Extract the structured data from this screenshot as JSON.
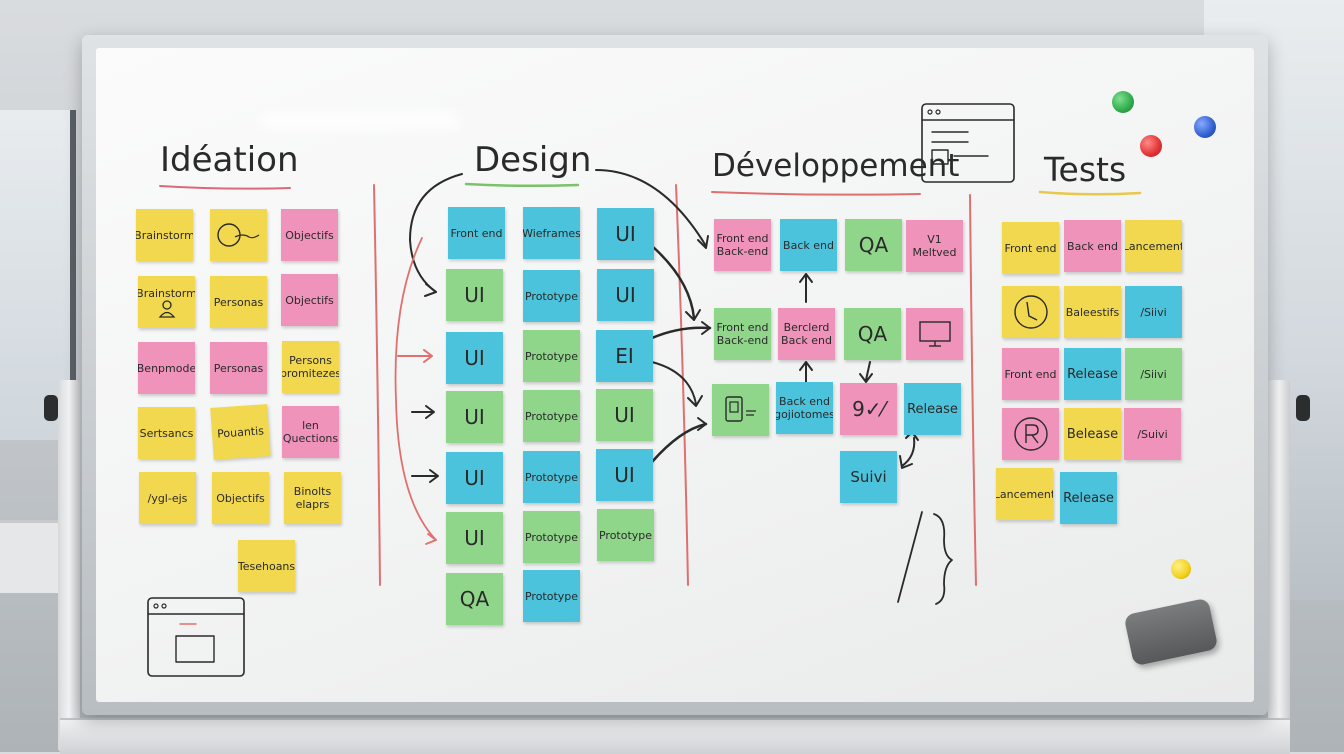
{
  "headings": {
    "ideation": "Idéation",
    "design": "Design",
    "developpement": "Développement",
    "tests": "Tests"
  },
  "colors": {
    "yellow": "#f2d84e",
    "pink": "#ef93bb",
    "blue": "#4cc3dc",
    "green": "#8fd68a",
    "ink": "#2a2a2a",
    "red_line": "#e0706e",
    "magnet_green": "#2faa4a",
    "magnet_red": "#e03333",
    "magnet_blue": "#2f5fd0",
    "magnet_yellow": "#f2d21c"
  },
  "ideation_notes": [
    "Brainstorm",
    "",
    "Objectifs",
    "Brainstorm",
    "Personas",
    "Objectifs",
    "Benpmode",
    "Personas",
    "Persons promitezes",
    "Sertsancs",
    "Pouantis",
    "len Quections",
    "/ygl-ejs",
    "Objectifs",
    "Binolts elaprs",
    "Tesehoans"
  ],
  "design_notes": [
    "Front end",
    "Wieframes",
    "UI",
    "UI",
    "Prototype",
    "UI",
    "UI",
    "Prototype",
    "EI",
    "UI",
    "Prototype",
    "UI",
    "UI",
    "Prototype",
    "UI",
    "UI",
    "Prototype",
    "Prototype",
    "QA",
    "Prototype"
  ],
  "dev_notes": [
    "Front end Back-end",
    "Back end",
    "QA",
    "V1 Meltved",
    "Front end Back-end",
    "Berclerd Back end",
    "QA",
    "",
    "",
    "Back end gojiotomes",
    "9✓⁄",
    "Release",
    "Suivi"
  ],
  "tests_notes": [
    "Front end",
    "Back end",
    "Lancement",
    "",
    "Baleestifs",
    "/Siivi",
    "Front end",
    "Release",
    "/Siivi",
    "",
    "Belease",
    "/Suivi",
    "Lancement",
    "Release"
  ]
}
